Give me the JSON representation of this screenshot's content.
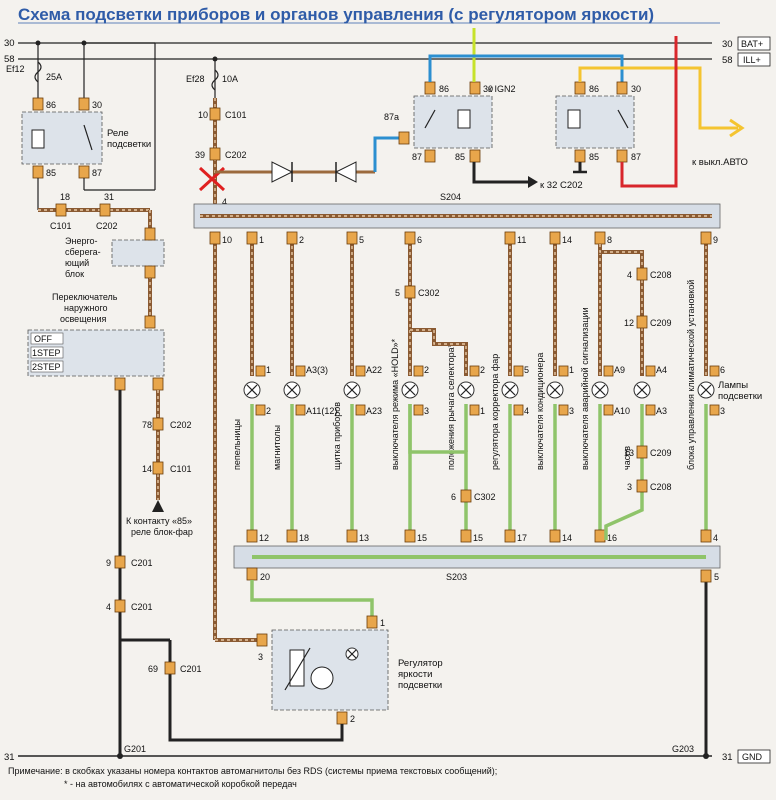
{
  "title": "Схема подсветки приборов и органов управления (с регулятором яркости)",
  "rails": {
    "top30_left": "30",
    "top58_left": "58",
    "top30_right": "30",
    "bat": "BAT+",
    "top58_right": "58",
    "ill": "ILL+",
    "bottom31_left": "31",
    "bottom31_right": "31",
    "gnd": "GND"
  },
  "fuses": {
    "ef12": "Ef12",
    "ef12_amp": "25A",
    "ef28": "Ef28",
    "ef28_amp": "10A"
  },
  "relay_main": {
    "label1": "Реле",
    "label2": "подсветки",
    "p86": "86",
    "p30": "30",
    "p85": "85",
    "p87": "87"
  },
  "relay_mid": {
    "p86": "86",
    "p30": "30",
    "p87a": "87a",
    "p87": "87",
    "p85": "85",
    "ign": "к IGN2"
  },
  "relay_right": {
    "p86": "86",
    "p30": "30",
    "p85": "85",
    "p87": "87"
  },
  "annotations": {
    "to_32": "к 32 C202",
    "to_auto": "к выкл.АВТО"
  },
  "connectors": {
    "c101": "C101",
    "c202": "C202",
    "c302": "C302",
    "c208": "C208",
    "c209": "C209",
    "c201": "C201",
    "s204": "S204",
    "s203": "S203",
    "g201": "G201",
    "g203": "G203",
    "n10": "10",
    "n39": "39",
    "n4": "4",
    "n18": "18",
    "n31": "31",
    "n78": "78",
    "n14": "14",
    "n9": "9",
    "n69": "69",
    "n5": "5",
    "n6": "6",
    "n3": "3",
    "n13": "13",
    "n12": "12",
    "n2": "2",
    "n1": "1",
    "n20": "20",
    "n15": "15",
    "n17": "17",
    "n16": "16",
    "n8": "8",
    "n11": "11"
  },
  "blocks": {
    "energy1": "Энерго-",
    "energy2": "сберега-",
    "energy3": "ющий",
    "energy4": "блок",
    "switch1": "Переключатель",
    "switch2": "наружного",
    "switch3": "освещения",
    "off": "OFF",
    "step1": "1STEP",
    "step2": "2STEP",
    "to85_1": "К контакту «85»",
    "to85_2": "реле блок-фар",
    "reg1": "Регулятор",
    "reg2": "яркости",
    "reg3": "подсветки"
  },
  "loads": [
    {
      "name": "пепельницы",
      "top": "1",
      "bot": "2",
      "bus_top": "1",
      "bus_bot": "12"
    },
    {
      "name": "магнитолы",
      "top": "A3(3)",
      "bot": "A11(12)",
      "bus_top": "2",
      "bus_bot": "18"
    },
    {
      "name": "щитка приборов",
      "top": "A22",
      "bot": "A23",
      "bus_top": "5",
      "bus_bot": "13"
    },
    {
      "name": "выключателя режима «HOLD»*",
      "top": "2",
      "bot": "3",
      "bus_top": "6",
      "bus_bot": "15"
    },
    {
      "name": "положения рычага селектора*",
      "top": "2",
      "bot": "1",
      "bus_top": "",
      "bus_bot": ""
    },
    {
      "name": "регулятора корректора фар",
      "top": "5",
      "bot": "4",
      "bus_top": "11",
      "bus_bot": "17"
    },
    {
      "name": "выключателя кондиционера",
      "top": "1",
      "bot": "3",
      "bus_top": "14",
      "bus_bot": "14"
    },
    {
      "name": "выключателя аварийной сигнализации",
      "top": "A9",
      "bot": "A10",
      "bus_top": "8",
      "bus_bot": "16"
    },
    {
      "name": "часов",
      "top": "A4",
      "bot": "A3",
      "bus_top": "",
      "bus_bot": ""
    },
    {
      "name": "блока управления климатической установкой",
      "top": "6",
      "bot": "3",
      "bus_top": "9",
      "bus_bot": "4"
    }
  ],
  "lamps_label1": "Лампы",
  "lamps_label2": "подсветки",
  "note1": "Примечание: в скобках указаны номера контактов автомагнитолы без RDS (системы приема текстовых сообщений);",
  "note2": "* - на автомобилях с автоматической коробкой передач",
  "colors": {
    "title": "#2f5ca8",
    "wire_brown": "#8a5a32",
    "wire_green": "#8fc46a",
    "wire_blue": "#2b8fd0",
    "wire_red": "#d8262b",
    "wire_yellow": "#f4c430",
    "wire_lime": "#c6e22a",
    "cross": "#e02020"
  }
}
